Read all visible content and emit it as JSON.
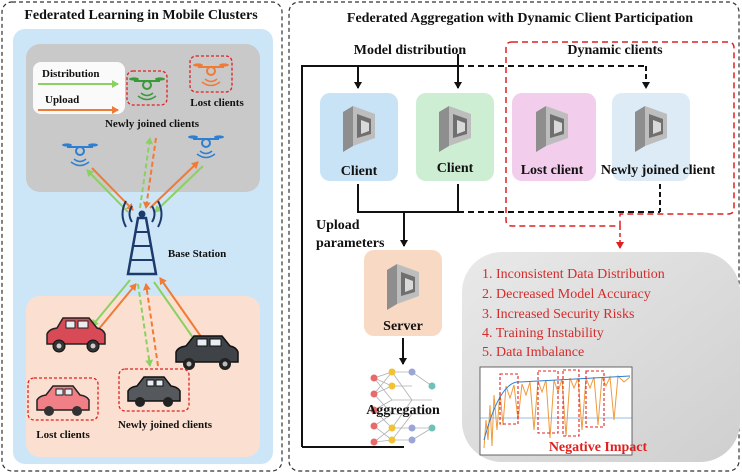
{
  "left_panel": {
    "title": "Federated Learning in Mobile Clusters",
    "legend": {
      "distribution_label": "Distribution",
      "upload_label": "Upload"
    },
    "labels": {
      "newly_joined_top": "Newly joined clients",
      "lost_top": "Lost clients",
      "base_station": "Base Station",
      "lost_bottom": "Lost clients",
      "newly_joined_bottom": "Newly joined clients"
    }
  },
  "right_panel": {
    "title": "Federated Aggregation with Dynamic Client Participation",
    "model_distribution": "Model distribution",
    "dynamic_clients": "Dynamic clients",
    "clients": [
      "Client",
      "Client",
      "Lost client",
      "Newly joined client"
    ],
    "upload_line1": "Upload",
    "upload_line2": "parameters",
    "server": "Server",
    "aggregation": "Aggregation",
    "impacts": [
      "1.   Inconsistent Data Distribution",
      "2.   Decreased Model Accuracy",
      "3.   Increased Security Risks",
      "4.   Training Instability",
      "5.   Data Imbalance"
    ],
    "negative_impact": "Negative Impact"
  },
  "colors": {
    "panel_blue": "#cde6f7",
    "gray_region": "#c9c9c9",
    "peach_region": "#fbe0d1",
    "distribution_arrow": "#8cd063",
    "upload_arrow": "#ef7b36",
    "dashed_red": "#e02020",
    "client_blue": "#c8e3f6",
    "client_green": "#cdeed2",
    "client_pink": "#f2cdec",
    "client_lightblue": "#dcebf6",
    "server_peach": "#f8d9c4",
    "impact_text": "#d52b2b"
  }
}
